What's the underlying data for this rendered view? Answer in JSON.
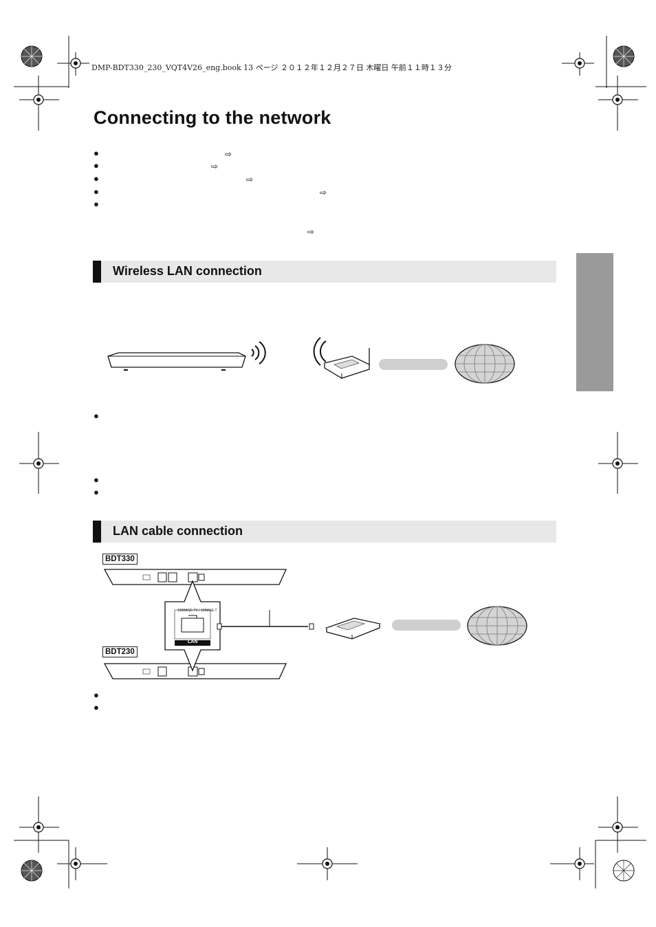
{
  "header": {
    "book_line": "DMP-BDT330_230_VQT4V26_eng.book  13 ページ  ２０１２年１２月２７日  木曜日  午前１１時１３分"
  },
  "page": {
    "title": "Connecting to the network"
  },
  "sections": {
    "wireless": {
      "title": "Wireless LAN connection"
    },
    "lan_cable": {
      "title": "LAN cable connection"
    }
  },
  "diagram": {
    "model_top": "BDT330",
    "model_bottom": "BDT230",
    "port_label": "LAN",
    "port_caption": "100BASE-TX / 10BASE-T"
  },
  "colors": {
    "section_bar": "#e8e8e8",
    "side_tab": "#9a9a9a",
    "pill": "#cfcfcf"
  }
}
